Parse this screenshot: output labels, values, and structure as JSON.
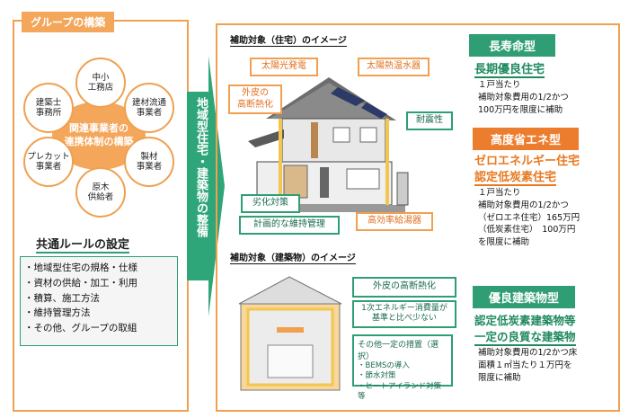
{
  "left": {
    "group_title": "グループの構築",
    "center": "関連事業者の\n連携体制の構築",
    "satellites": [
      "中小\n工務店",
      "建材流通\n事業者",
      "製材\n事業者",
      "原木\n供給者",
      "プレカット\n事業者",
      "建築士\n事務所"
    ],
    "rules_title": "共通ルールの設定",
    "rules": [
      "・地域型住宅の規格・仕様",
      "・資材の供給・加工・利用",
      "・積算、施工方法",
      "・維持管理方法",
      "・その他、グループの取組"
    ]
  },
  "arrow_text": "地域型住宅・建築物の整備",
  "house": {
    "caption": "補助対象（住宅）のイメージ",
    "labels": {
      "solar_pv": "太陽光発電",
      "solar_water": "太陽熱温水器",
      "insulation": "外皮の\n高断熱化",
      "seismic": "耐震性",
      "deterioration": "劣化対策",
      "maintenance": "計画的な維持管理",
      "water_heater": "高効率給湯器"
    }
  },
  "building": {
    "caption": "補助対象（建築物）のイメージ",
    "labels": {
      "insulation": "外皮の高断熱化",
      "primary_energy": "1次エネルギー消費量が\n基準と比べ少ない",
      "other_title": "その他一定の措置（選択）",
      "other_items": [
        "・BEMSの導入",
        "・節水対策",
        "・ヒートアイランド対策　等"
      ]
    }
  },
  "right": {
    "type1_header": "長寿命型",
    "type1_name": "長期優良住宅",
    "type1_desc": [
      "１戸当たり",
      "補助対象費用の1/2かつ",
      "100万円を限度に補助"
    ],
    "type2_header": "高度省エネ型",
    "type2_name1": "ゼロエネルギー住宅",
    "type2_name2": "認定低炭素住宅",
    "type2_desc": [
      "１戸当たり",
      "補助対象費用の1/2かつ",
      "（ゼロエネ住宅）165万円",
      "（低炭素住宅）　100万円",
      "を限度に補助"
    ],
    "type3_header": "優良建築物型",
    "type3_name1": "認定低炭素建築物等",
    "type3_name2": "一定の良質な建築物",
    "type3_desc": [
      "補助対象費用の1/2かつ床",
      "面積１㎡当たり１万円を",
      "限度に補助"
    ]
  },
  "colors": {
    "orange": "#f0a050",
    "green": "#2f9e74",
    "arrow": "#2fa67a"
  }
}
